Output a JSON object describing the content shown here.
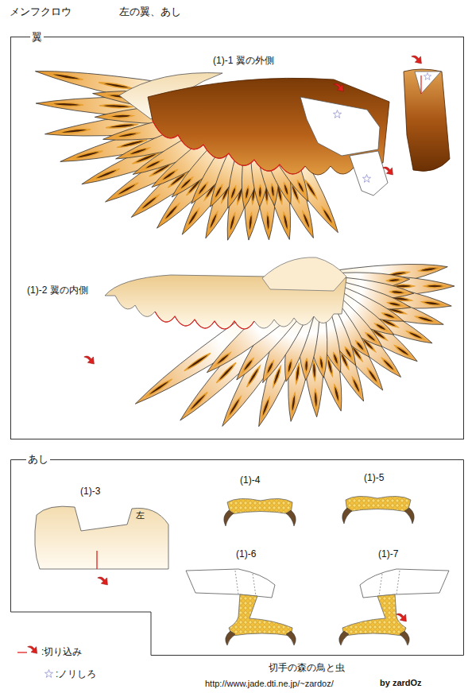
{
  "diagram": {
    "title": "メンフクロウ",
    "nodes": [
      {
        "text": [
          "翼"
        ]
      },
      {
        "text": [
          "あし"
        ]
      }
    ],
    "labels": [
      "左の翼、あし",
      "(1)-1 翼の外側",
      "(1)-2 翼の内側",
      "(1)-3",
      "左",
      "(1)-4",
      "(1)-5",
      "(1)-6",
      "(1)-7",
      "切手の森の鳥と虫",
      "http://www.jade.dti.ne.jp/~zardoz/",
      "by zardOz"
    ],
    "legend": [
      {
        "text": ":切り込み"
      },
      {
        "text": ":ノリしろ"
      }
    ]
  }
}
